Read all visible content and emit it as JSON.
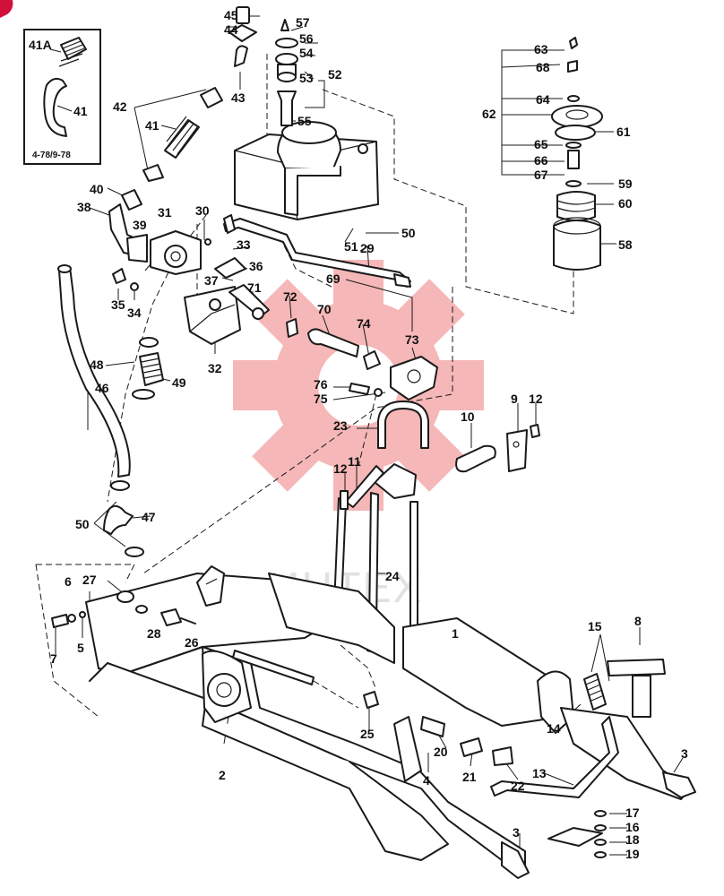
{
  "inset": {
    "code": "4-78/9-78",
    "labels": [
      "41A",
      "41"
    ]
  },
  "watermark": {
    "text": "ИНТЕХ",
    "color": "#f2a0a0"
  },
  "corner_marker_color": "#d0103a",
  "callouts": [
    {
      "id": "45",
      "text": "45"
    },
    {
      "id": "44",
      "text": "44"
    },
    {
      "id": "43",
      "text": "43"
    },
    {
      "id": "42",
      "text": "42"
    },
    {
      "id": "41",
      "text": "41"
    },
    {
      "id": "40",
      "text": "40"
    },
    {
      "id": "39",
      "text": "39"
    },
    {
      "id": "38",
      "text": "38"
    },
    {
      "id": "37",
      "text": "37"
    },
    {
      "id": "36",
      "text": "36"
    },
    {
      "id": "35",
      "text": "35"
    },
    {
      "id": "34",
      "text": "34"
    },
    {
      "id": "33",
      "text": "33"
    },
    {
      "id": "32",
      "text": "32"
    },
    {
      "id": "31",
      "text": "31"
    },
    {
      "id": "30",
      "text": "30"
    },
    {
      "id": "29",
      "text": "29"
    },
    {
      "id": "28",
      "text": "28"
    },
    {
      "id": "27",
      "text": "27"
    },
    {
      "id": "26",
      "text": "26"
    },
    {
      "id": "25",
      "text": "25"
    },
    {
      "id": "24",
      "text": "24"
    },
    {
      "id": "23",
      "text": "23"
    },
    {
      "id": "22",
      "text": "22"
    },
    {
      "id": "21",
      "text": "21"
    },
    {
      "id": "20",
      "text": "20"
    },
    {
      "id": "19",
      "text": "19"
    },
    {
      "id": "18",
      "text": "18"
    },
    {
      "id": "17",
      "text": "17"
    },
    {
      "id": "16",
      "text": "16"
    },
    {
      "id": "15",
      "text": "15"
    },
    {
      "id": "14",
      "text": "14"
    },
    {
      "id": "13",
      "text": "13"
    },
    {
      "id": "12a",
      "text": "12"
    },
    {
      "id": "12b",
      "text": "12"
    },
    {
      "id": "11",
      "text": "11"
    },
    {
      "id": "10",
      "text": "10"
    },
    {
      "id": "9",
      "text": "9"
    },
    {
      "id": "8",
      "text": "8"
    },
    {
      "id": "7",
      "text": "7"
    },
    {
      "id": "6",
      "text": "6"
    },
    {
      "id": "5",
      "text": "5"
    },
    {
      "id": "4",
      "text": "4"
    },
    {
      "id": "3a",
      "text": "3"
    },
    {
      "id": "3b",
      "text": "3"
    },
    {
      "id": "2",
      "text": "2"
    },
    {
      "id": "1",
      "text": "1"
    },
    {
      "id": "46",
      "text": "46"
    },
    {
      "id": "47",
      "text": "47"
    },
    {
      "id": "48",
      "text": "48"
    },
    {
      "id": "49",
      "text": "49"
    },
    {
      "id": "50a",
      "text": "50"
    },
    {
      "id": "50b",
      "text": "50"
    },
    {
      "id": "51",
      "text": "51"
    },
    {
      "id": "52",
      "text": "52"
    },
    {
      "id": "53",
      "text": "53"
    },
    {
      "id": "54",
      "text": "54"
    },
    {
      "id": "55",
      "text": "55"
    },
    {
      "id": "56",
      "text": "56"
    },
    {
      "id": "57",
      "text": "57"
    },
    {
      "id": "58",
      "text": "58"
    },
    {
      "id": "59",
      "text": "59"
    },
    {
      "id": "60",
      "text": "60"
    },
    {
      "id": "61",
      "text": "61"
    },
    {
      "id": "62",
      "text": "62"
    },
    {
      "id": "63",
      "text": "63"
    },
    {
      "id": "64",
      "text": "64"
    },
    {
      "id": "65",
      "text": "65"
    },
    {
      "id": "66",
      "text": "66"
    },
    {
      "id": "67",
      "text": "67"
    },
    {
      "id": "68",
      "text": "68"
    },
    {
      "id": "69",
      "text": "69"
    },
    {
      "id": "70",
      "text": "70"
    },
    {
      "id": "71",
      "text": "71"
    },
    {
      "id": "72",
      "text": "72"
    },
    {
      "id": "73",
      "text": "73"
    },
    {
      "id": "74",
      "text": "74"
    },
    {
      "id": "75",
      "text": "75"
    },
    {
      "id": "76",
      "text": "76"
    }
  ]
}
